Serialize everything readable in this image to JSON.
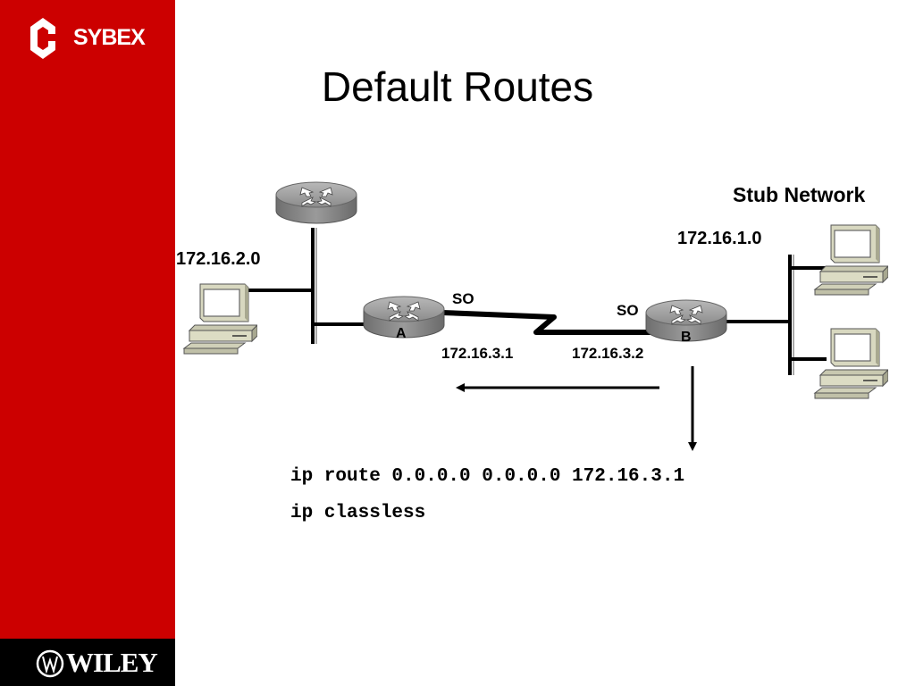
{
  "slide": {
    "title": "Default Routes",
    "brand": {
      "publisher": "SYBEX",
      "footer": "WILEY"
    },
    "colors": {
      "sidebar": "#cc0000",
      "footer": "#000000",
      "router": "#8c8c8c",
      "pc": "#dcdcc4"
    }
  },
  "diagram": {
    "networks": {
      "left": "172.16.2.0",
      "stub_title": "Stub Network",
      "stub": "172.16.1.0"
    },
    "routers": {
      "a": "A",
      "b": "B"
    },
    "interfaces": {
      "a_serial": "SO",
      "b_serial": "SO",
      "a_ip": "172.16.3.1",
      "b_ip": "172.16.3.2"
    }
  },
  "commands": [
    "ip route 0.0.0.0 0.0.0.0 172.16.3.1",
    "ip classless"
  ]
}
